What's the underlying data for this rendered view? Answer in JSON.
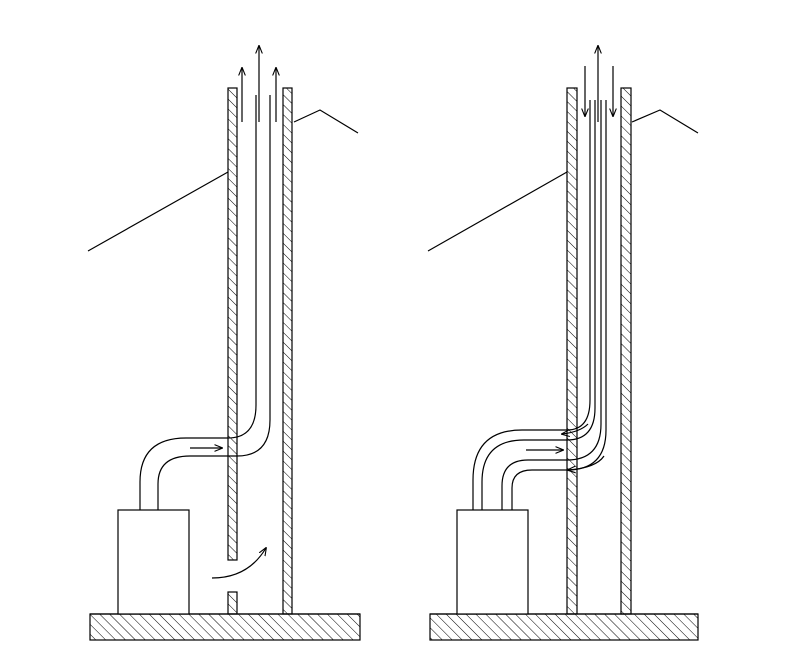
{
  "diagram": {
    "panels": [
      {
        "id": "left",
        "arrangement": "open-bottom-chimney-with-flue-pipe"
      },
      {
        "id": "right",
        "arrangement": "concentric-pipe-with-annular-air-intake"
      }
    ],
    "colors": {
      "line": "#000000",
      "background": "#ffffff"
    }
  }
}
